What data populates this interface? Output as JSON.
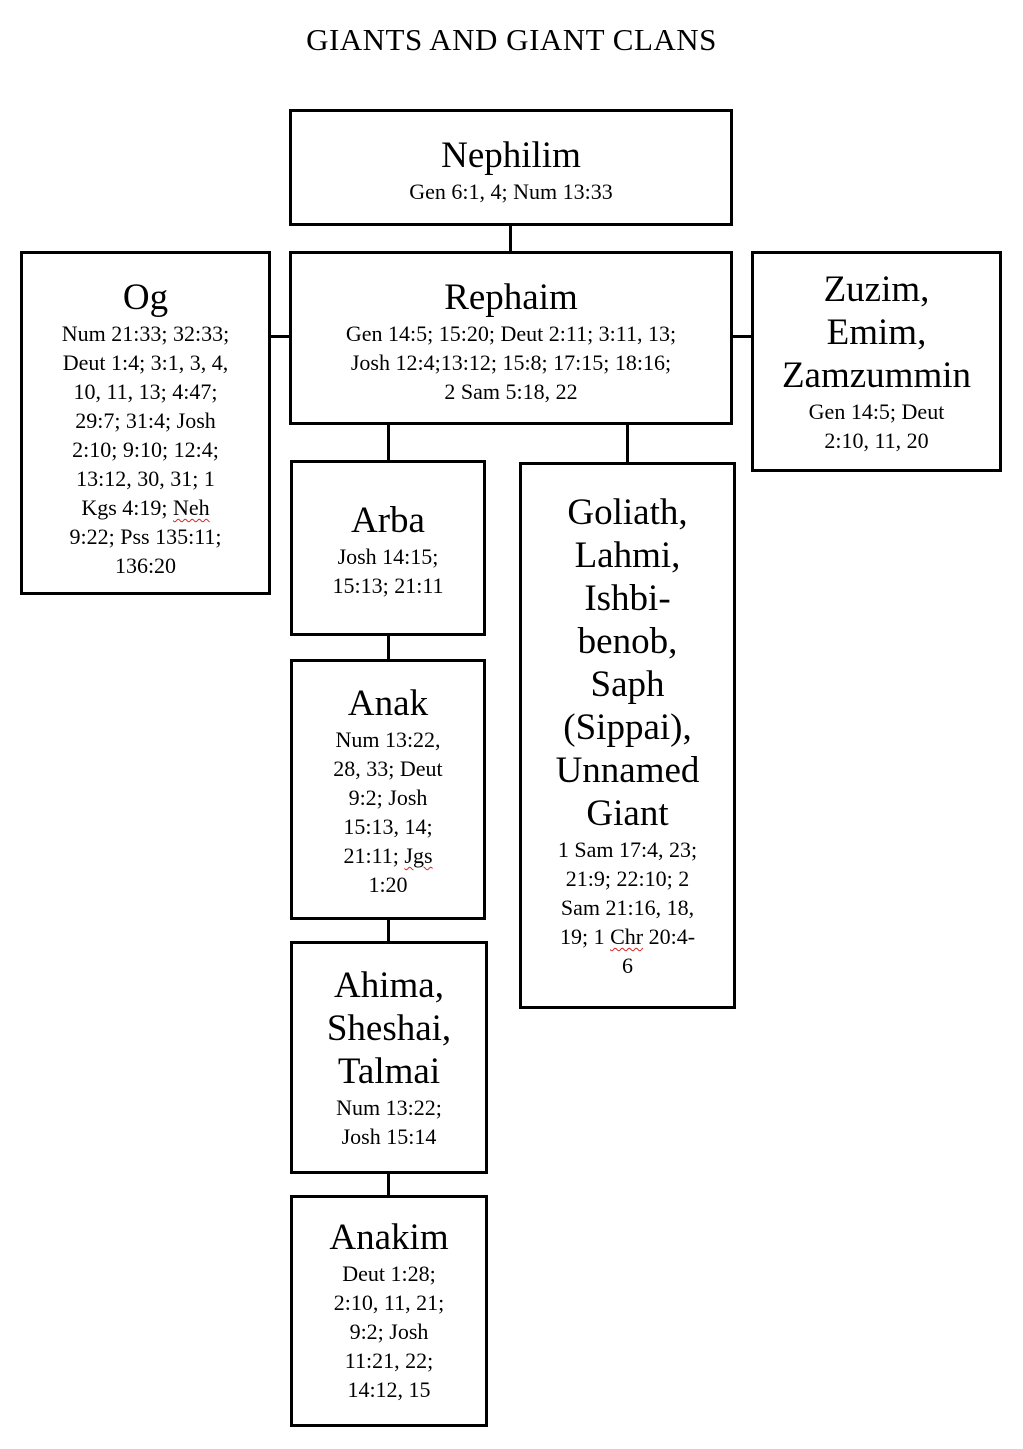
{
  "title": "GIANTS AND GIANT CLANS",
  "nodes": {
    "nephilim": {
      "name": "Nephilim",
      "refs": "Gen 6:1, 4; Num 13:33"
    },
    "og": {
      "name": "Og",
      "refs_lines": [
        "Num 21:33; 32:33;",
        "Deut 1:4; 3:1, 3, 4,",
        "10, 11, 13; 4:47;",
        "29:7; 31:4; Josh",
        "2:10; 9:10; 12:4;",
        "13:12, 30, 31; 1"
      ],
      "refs_l7a": "Kgs 4:19; ",
      "refs_l7b": "Neh",
      "refs_l8": "9:22; Pss 135:11;",
      "refs_l9": "136:20"
    },
    "rephaim": {
      "name": "Rephaim",
      "refs_lines": [
        "Gen 14:5; 15:20; Deut 2:11; 3:11, 13;",
        "Josh 12:4;13:12; 15:8; 17:15; 18:16;",
        "2 Sam 5:18, 22"
      ]
    },
    "zuzim": {
      "name_lines": [
        "Zuzim,",
        "Emim,",
        "Zamzummin"
      ],
      "refs_lines": [
        "Gen 14:5; Deut",
        "2:10, 11, 20"
      ]
    },
    "arba": {
      "name": "Arba",
      "refs_lines": [
        "Josh 14:15;",
        "15:13; 21:11"
      ]
    },
    "goliath": {
      "name_lines": [
        "Goliath,",
        "Lahmi,",
        "Ishbi-",
        "benob,",
        "Saph",
        "(Sippai),",
        "Unnamed",
        "Giant"
      ],
      "refs_lines": [
        "1 Sam 17:4, 23;",
        "21:9; 22:10; 2",
        "Sam 21:16, 18,"
      ],
      "refs_l4a": "19; 1 ",
      "refs_l4b": "Chr",
      "refs_l4c": " 20:4-",
      "refs_l5": "6"
    },
    "anak": {
      "name": "Anak",
      "refs_lines": [
        "Num 13:22,",
        "28, 33; Deut",
        "9:2; Josh",
        "15:13, 14;"
      ],
      "refs_l5a": "21:11; ",
      "refs_l5b": "Jgs",
      "refs_l6": "1:20"
    },
    "ahima": {
      "name_lines": [
        "Ahima,",
        "Sheshai,",
        "Talmai"
      ],
      "refs_lines": [
        "Num 13:22;",
        "Josh 15:14"
      ]
    },
    "anakim": {
      "name": "Anakim",
      "refs_lines": [
        "Deut 1:28;",
        "2:10, 11, 21;",
        "9:2; Josh",
        "11:21, 22;",
        "14:12, 15"
      ]
    }
  }
}
